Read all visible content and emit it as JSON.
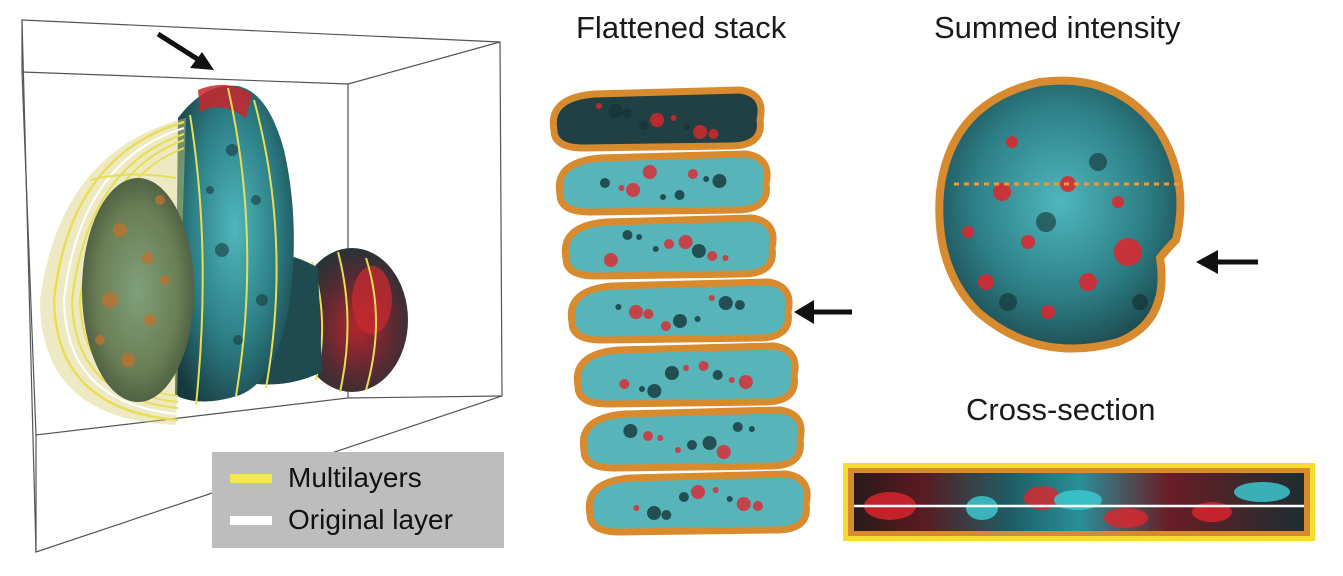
{
  "figure": {
    "titles": {
      "flattened": "Flattened stack",
      "summed": "Summed intensity",
      "cross": "Cross-section"
    },
    "legend": {
      "items": [
        {
          "label": "Multilayers",
          "color": "#f2e84a"
        },
        {
          "label": "Original layer",
          "color": "#ffffff"
        }
      ]
    },
    "colors": {
      "layer_border": "#d88a2e",
      "tissue_cyan": "#3aa7ad",
      "tissue_dark": "#15363a",
      "spot_red": "#e0252d",
      "dashed_line": "#ee9a3a",
      "cross_frame": "#f6dc2f"
    },
    "stack": {
      "layer_count": 7
    }
  }
}
